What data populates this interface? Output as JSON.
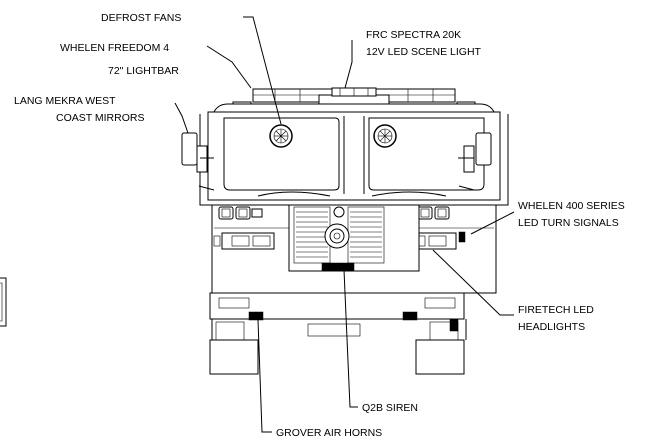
{
  "callouts": {
    "defrost_fans": "DEFROST FANS",
    "lightbar_line1": "WHELEN FREEDOM 4",
    "lightbar_line2": "72\" LIGHTBAR",
    "mirrors_line1": "LANG MEKRA WEST",
    "mirrors_line2": "COAST MIRRORS",
    "scene_light_line1": "FRC SPECTRA 20K",
    "scene_light_line2": "12V LED SCENE LIGHT",
    "turn_signals_line1": "WHELEN 400 SERIES",
    "turn_signals_line2": "LED TURN SIGNALS",
    "headlights_line1": "FIRETECH LED",
    "headlights_line2": "HEADLIGHTS",
    "siren": "Q2B SIREN",
    "air_horns": "GROVER AIR HORNS"
  },
  "icons": {
    "defrost_fan": "defrost-fan-icon",
    "mirror": "mirror-icon",
    "headlight": "headlight-icon",
    "turn_signal": "turn-signal-icon",
    "siren": "siren-icon",
    "air_horn": "air-horn-icon",
    "lightbar": "lightbar-icon",
    "scene_light": "scene-light-icon"
  }
}
